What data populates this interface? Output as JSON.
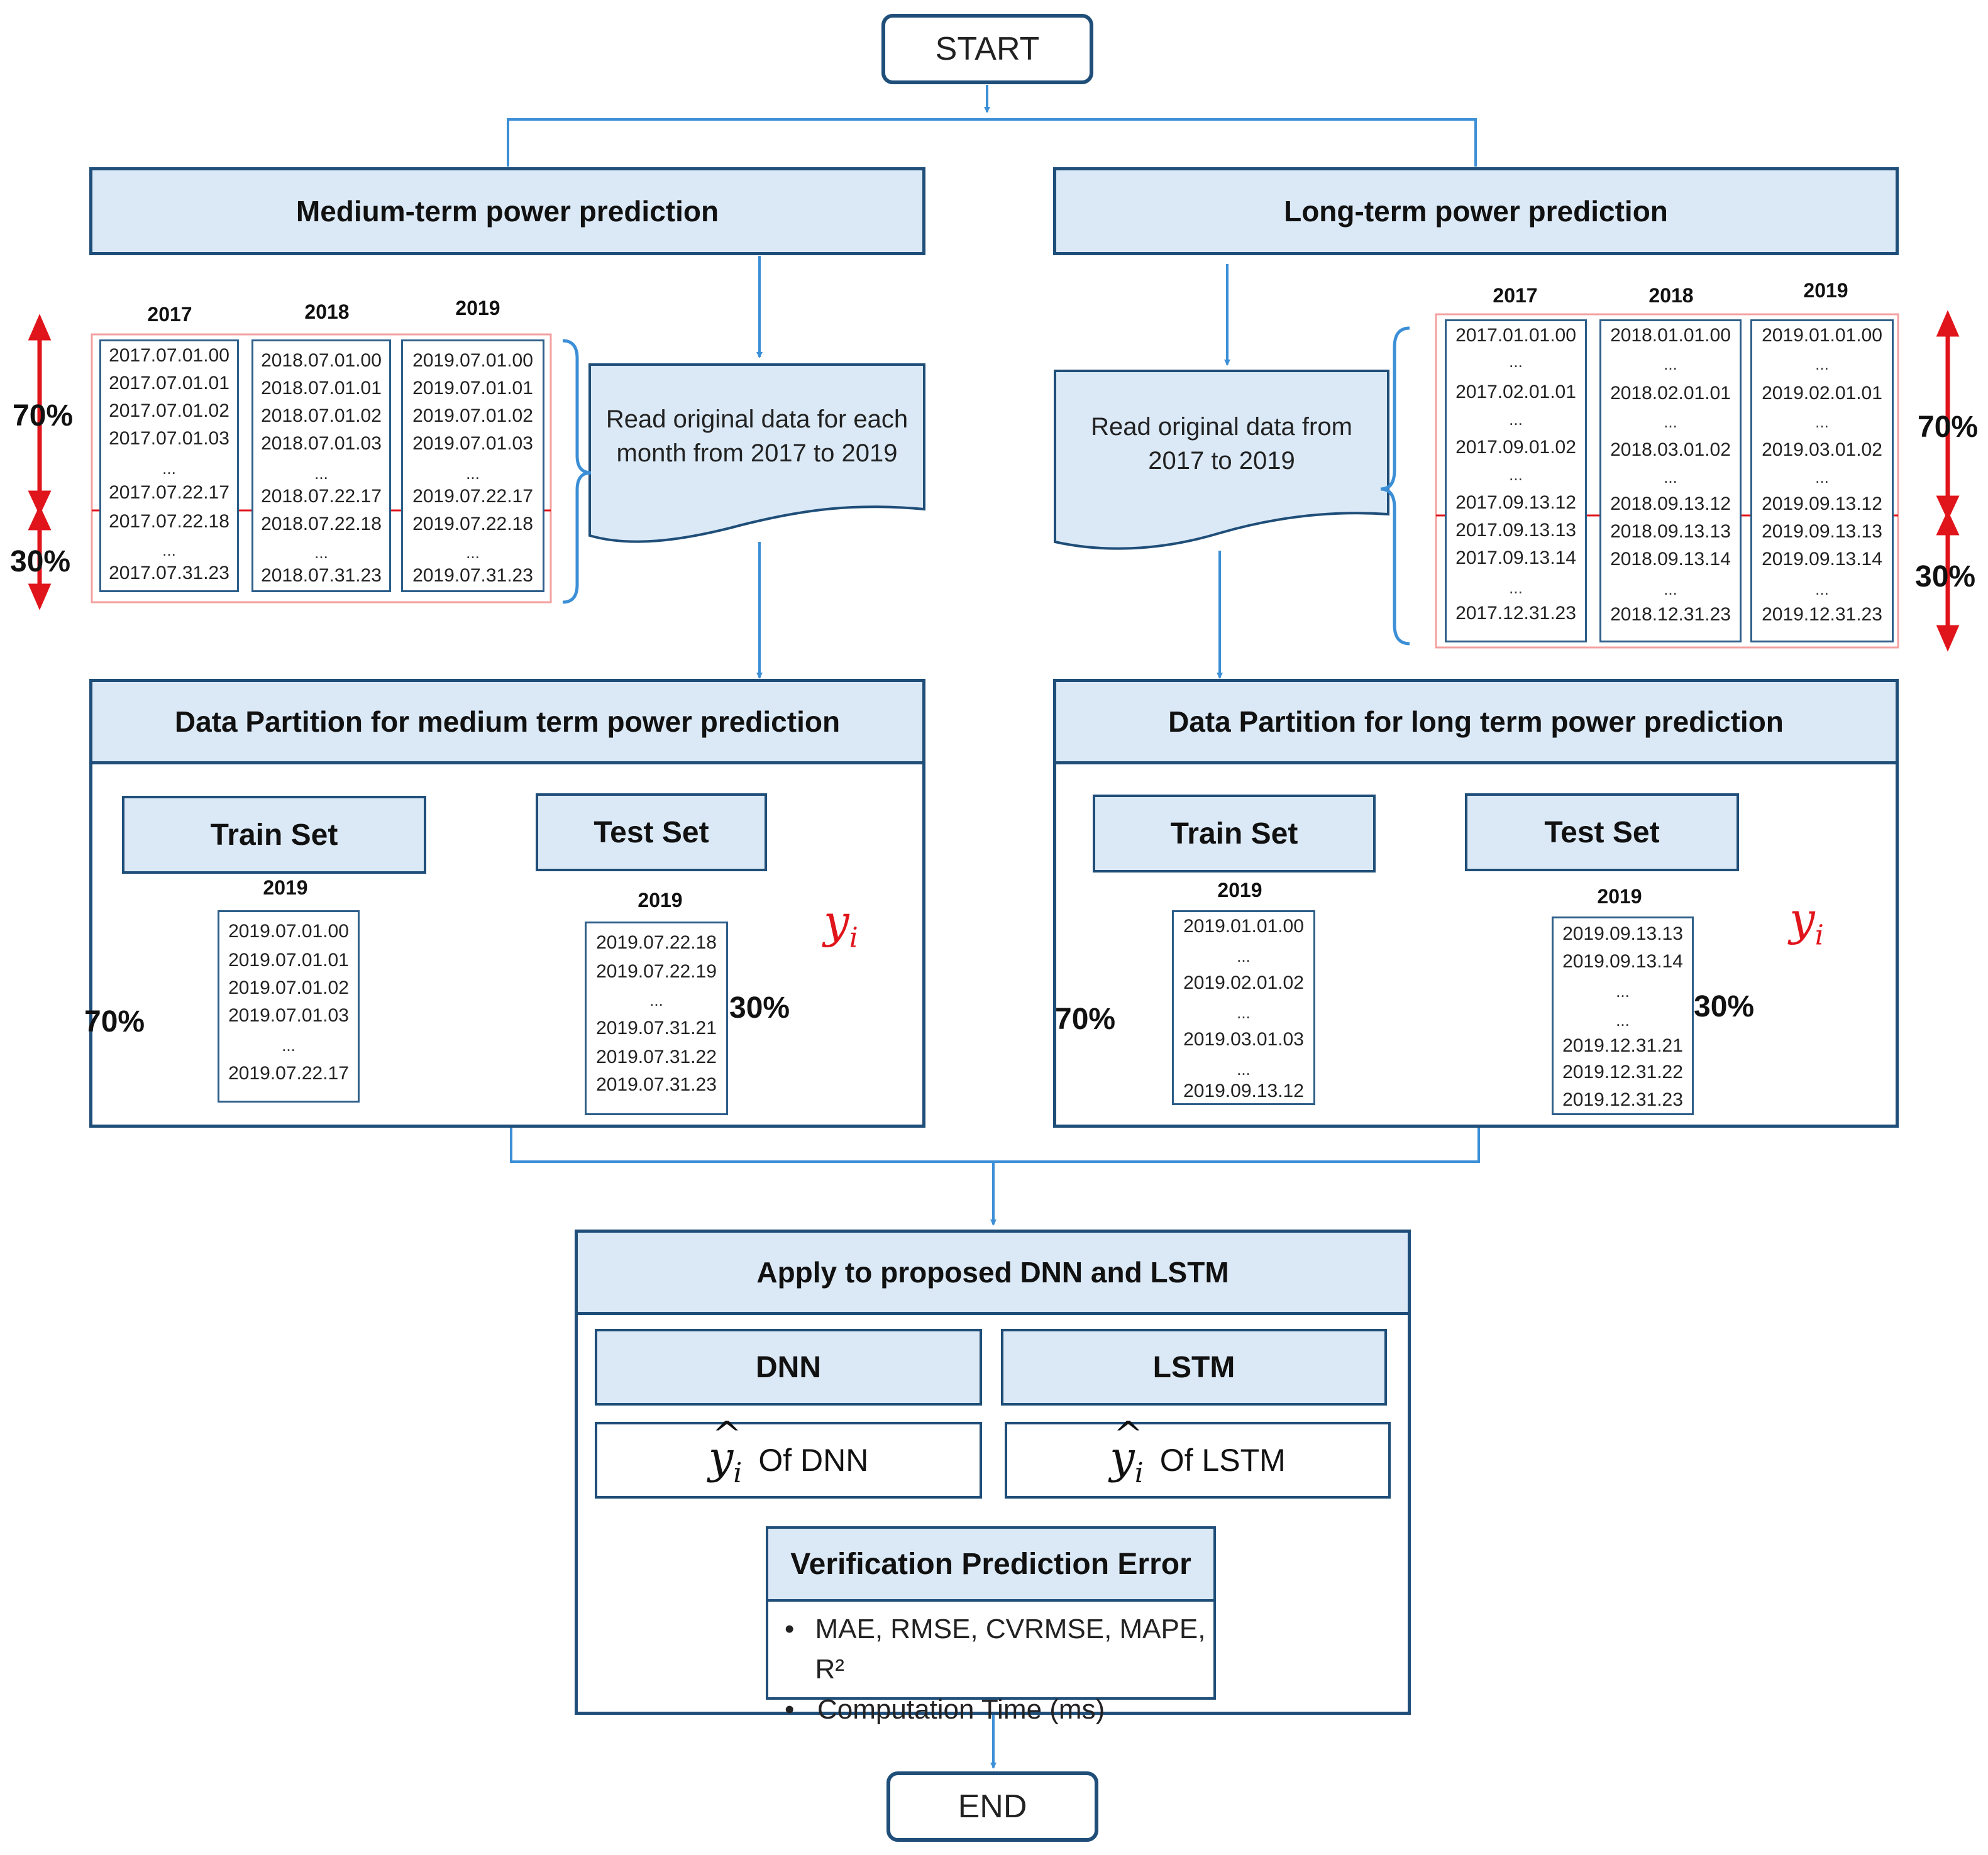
{
  "start_label": "START",
  "end_label": "END",
  "medium": {
    "title": "Medium-term power prediction",
    "read_text_1": "Read original data for each",
    "read_text_2": "month from 2017 to 2019",
    "years": [
      "2017",
      "2018",
      "2019"
    ],
    "columns": [
      {
        "rows": [
          "2017.07.01.00",
          "2017.07.01.01",
          "2017.07.01.02",
          "2017.07.01.03",
          "...",
          "2017.07.22.17",
          "2017.07.22.18",
          "...",
          "2017.07.31.23"
        ]
      },
      {
        "rows": [
          "2018.07.01.00",
          "2018.07.01.01",
          "2018.07.01.02",
          "2018.07.01.03",
          "...",
          "2018.07.22.17",
          "2018.07.22.18",
          "...",
          "2018.07.31.23"
        ]
      },
      {
        "rows": [
          "2019.07.01.00",
          "2019.07.01.01",
          "2019.07.01.02",
          "2019.07.01.03",
          "...",
          "2019.07.22.17",
          "2019.07.22.18",
          "...",
          "2019.07.31.23"
        ]
      }
    ],
    "pct_train": "70%",
    "pct_test": "30%",
    "partition_title": "Data Partition for medium term power prediction",
    "train_label": "Train Set",
    "test_label": "Test Set",
    "train_year": "2019",
    "test_year": "2019",
    "train_rows": [
      "2019.07.01.00",
      "2019.07.01.01",
      "2019.07.01.02",
      "2019.07.01.03",
      "...",
      "2019.07.22.17"
    ],
    "test_rows": [
      "2019.07.22.18",
      "2019.07.22.19",
      "...",
      "2019.07.31.21",
      "2019.07.31.22",
      "2019.07.31.23"
    ],
    "partition_pct_train": "70%",
    "partition_pct_test": "30%"
  },
  "long": {
    "title": "Long-term power prediction",
    "read_text_1": "Read original data from",
    "read_text_2": "2017 to 2019",
    "years": [
      "2017",
      "2018",
      "2019"
    ],
    "columns": [
      {
        "rows": [
          "2017.01.01.00",
          "...",
          "2017.02.01.01",
          "...",
          "2017.09.01.02",
          "...",
          "2017.09.13.12",
          "2017.09.13.13",
          "2017.09.13.14",
          "...",
          "2017.12.31.23"
        ]
      },
      {
        "rows": [
          "2018.01.01.00",
          "...",
          "2018.02.01.01",
          "...",
          "2018.03.01.02",
          "...",
          "2018.09.13.12",
          "2018.09.13.13",
          "2018.09.13.14",
          "...",
          "2018.12.31.23"
        ]
      },
      {
        "rows": [
          "2019.01.01.00",
          "...",
          "2019.02.01.01",
          "...",
          "2019.03.01.02",
          "...",
          "2019.09.13.12",
          "2019.09.13.13",
          "2019.09.13.14",
          "...",
          "2019.12.31.23"
        ]
      }
    ],
    "pct_train": "70%",
    "pct_test": "30%",
    "partition_title": "Data Partition for long term power prediction",
    "train_label": "Train Set",
    "test_label": "Test Set",
    "train_year": "2019",
    "test_year": "2019",
    "train_rows": [
      "2019.01.01.00",
      "...",
      "2019.02.01.02",
      "...",
      "2019.03.01.03",
      "...",
      "2019.09.13.12"
    ],
    "test_rows": [
      "2019.09.13.13",
      "2019.09.13.14",
      "...",
      "...",
      "2019.12.31.21",
      "2019.12.31.22",
      "2019.12.31.23"
    ],
    "partition_pct_train": "70%",
    "partition_pct_test": "30%"
  },
  "callout_symbol": "y",
  "callout_subscript": "i",
  "apply": {
    "title": "Apply to proposed DNN and LSTM",
    "dnn_label": "DNN",
    "lstm_label": "LSTM",
    "yhat_symbol": "y",
    "yhat_subscript": "i",
    "dnn_output": "Of DNN",
    "lstm_output": "Of LSTM",
    "verification_title": "Verification Prediction Error",
    "metric_1": "MAE, RMSE, CVRMSE, MAPE, R²",
    "metric_2": "Computation Time (ms)"
  },
  "colors": {
    "box_border": "#1f4e79",
    "box_fill": "#dbe9f6",
    "connector": "#3c8fd6",
    "split_red": "#e0151b",
    "outer_red": "#f4a0a0"
  }
}
